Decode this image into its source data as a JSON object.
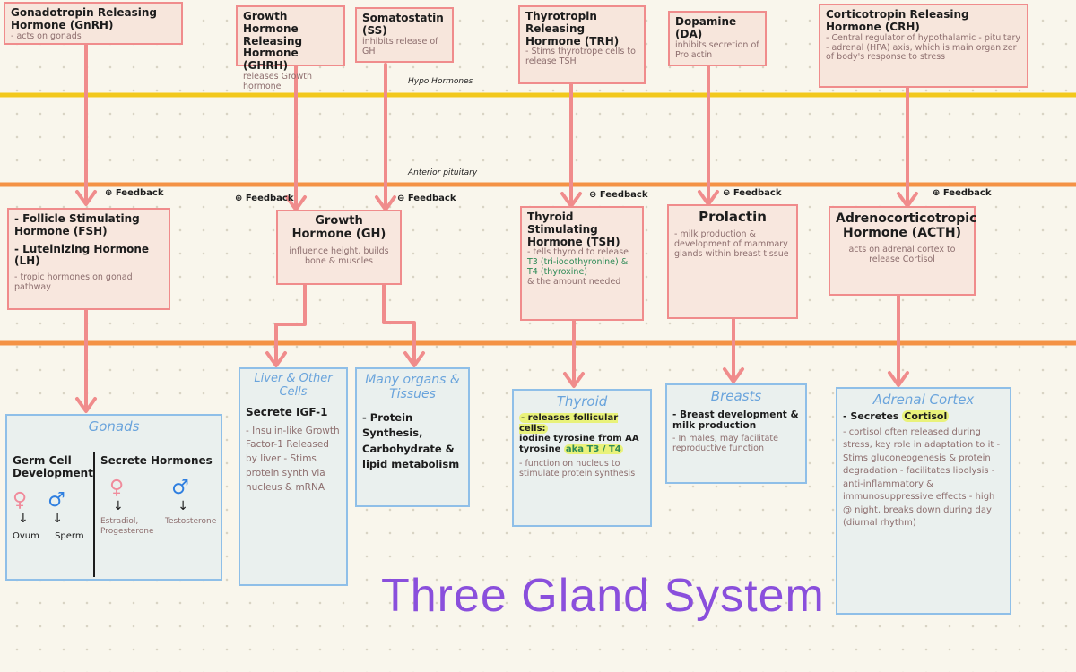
{
  "title": "Three Gland System",
  "bands": {
    "hypothalamus": "Hypo Hormones",
    "anterior": "Anterior pituitary"
  },
  "colors": {
    "hypothalamus_line": "#f2c81c",
    "anterior_line": "#f49245",
    "arrow": "#f08c8c",
    "title": "#8a4fdc",
    "target_title": "#6aa4dc"
  },
  "hypothalamus": [
    {
      "title": "Gonadotropin Releasing Hormone (GnRH)",
      "desc": "- acts on gonads"
    },
    {
      "title": "Growth Hormone Releasing Hormone (GHRH)",
      "desc": "releases Growth hormone"
    },
    {
      "title": "Somatostatin (SS)",
      "desc": "inhibits release of GH"
    },
    {
      "title": "Thyrotropin Releasing Hormone (TRH)",
      "desc": "- Stims thyrotrope cells to release TSH"
    },
    {
      "title": "Dopamine (DA)",
      "desc": "inhibits secretion of Prolactin"
    },
    {
      "title": "Corticotropin Releasing Hormone (CRH)",
      "desc": "- Central regulator of hypothalamic - pituitary - adrenal (HPA) axis, which is main organizer of body's response to stress"
    }
  ],
  "feedback": [
    "⊕ Feedback",
    "⊕ Feedback",
    "⊖ Feedback",
    "⊖ Feedback",
    "⊖ Feedback",
    "⊕ Feedback"
  ],
  "pituitary": {
    "gonado": {
      "line1": "- Follicle Stimulating Hormone (FSH)",
      "line2": "- Luteinizing Hormone (LH)",
      "desc": "- tropic hormones on gonad pathway"
    },
    "gh": {
      "title": "Growth Hormone (GH)",
      "desc": "influence height, builds bone & muscles"
    },
    "tsh": {
      "title": "Thyroid Stimulating Hormone (TSH)",
      "desc1": "- tells thyroid to release",
      "green": "T3 (tri-iodothyronine) & T4 (thyroxine)",
      "desc2": "& the amount needed"
    },
    "prl": {
      "title": "Prolactin",
      "desc": "- milk production & development of mammary glands within breast tissue"
    },
    "acth": {
      "title": "Adrenocorticotropic Hormone (ACTH)",
      "desc": "acts on adrenal cortex to release Cortisol"
    }
  },
  "targets": {
    "gonads": {
      "title": "Gonads",
      "left_title": "Germ Cell Development",
      "right_title": "Secrete Hormones",
      "female_out": "Ovum",
      "male_out": "Sperm",
      "female_hormones": "Estradiol, Progesterone",
      "male_hormones": "Testosterone"
    },
    "liver": {
      "title": "Liver & Other Cells",
      "secrete": "Secrete IGF-1",
      "desc": "- Insulin-like Growth Factor-1 Released by liver - Stims protein synth via nucleus & mRNA"
    },
    "organs": {
      "title": "Many organs & Tissues",
      "desc": "- Protein Synthesis, Carbohydrate & lipid metabolism"
    },
    "thyroid": {
      "title": "Thyroid",
      "hl1": "- releases follicular cells:",
      "desc1": "iodine tyrosine from AA",
      "desc1b": "tyrosine",
      "green": "aka T3 / T4",
      "desc2": "- function on nucleus to stimulate protein synthesis"
    },
    "breasts": {
      "title": "Breasts",
      "line1": "- Breast development & milk production",
      "desc": "- In males, may facilitate reproductive function"
    },
    "adrenal": {
      "title": "Adrenal Cortex",
      "secretes": "- Secretes",
      "cortisol": "Cortisol",
      "desc": "- cortisol often released during stress, key role in adaptation to it - Stims gluconeogenesis & protein degradation - facilitates lipolysis - anti-inflammatory & immunosuppressive effects - high @ night, breaks down during day (diurnal rhythm)"
    }
  }
}
